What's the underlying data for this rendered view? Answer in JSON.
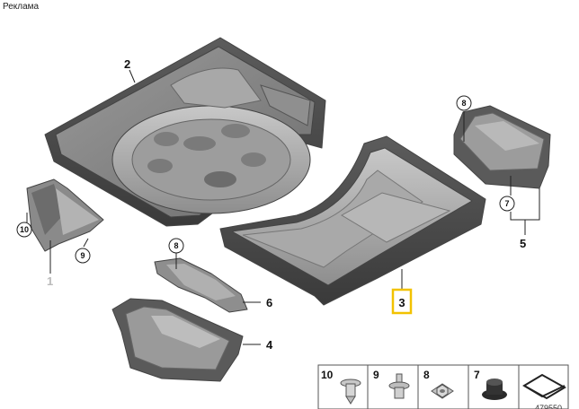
{
  "ad_label": "Реклама",
  "callouts": {
    "p1": "1",
    "p2": "2",
    "p3": "3",
    "p4": "4",
    "p5": "5",
    "p6": "6",
    "p7": "7",
    "p8a": "8",
    "p8b": "8",
    "p9": "9",
    "p10": "10"
  },
  "legend": {
    "items": [
      {
        "number": "10",
        "icon": "push-rivet-icon"
      },
      {
        "number": "9",
        "icon": "expanding-clip-icon"
      },
      {
        "number": "8",
        "icon": "hex-nut-icon"
      },
      {
        "number": "7",
        "icon": "rubber-grommet-icon"
      }
    ],
    "last_icon": "floor-panel-icon"
  },
  "reference_number": "479550",
  "colors": {
    "part_dark": "#4a4a4a",
    "part_mid": "#8a8a8a",
    "part_light": "#b8b8b8",
    "highlight": "#f2c200"
  }
}
